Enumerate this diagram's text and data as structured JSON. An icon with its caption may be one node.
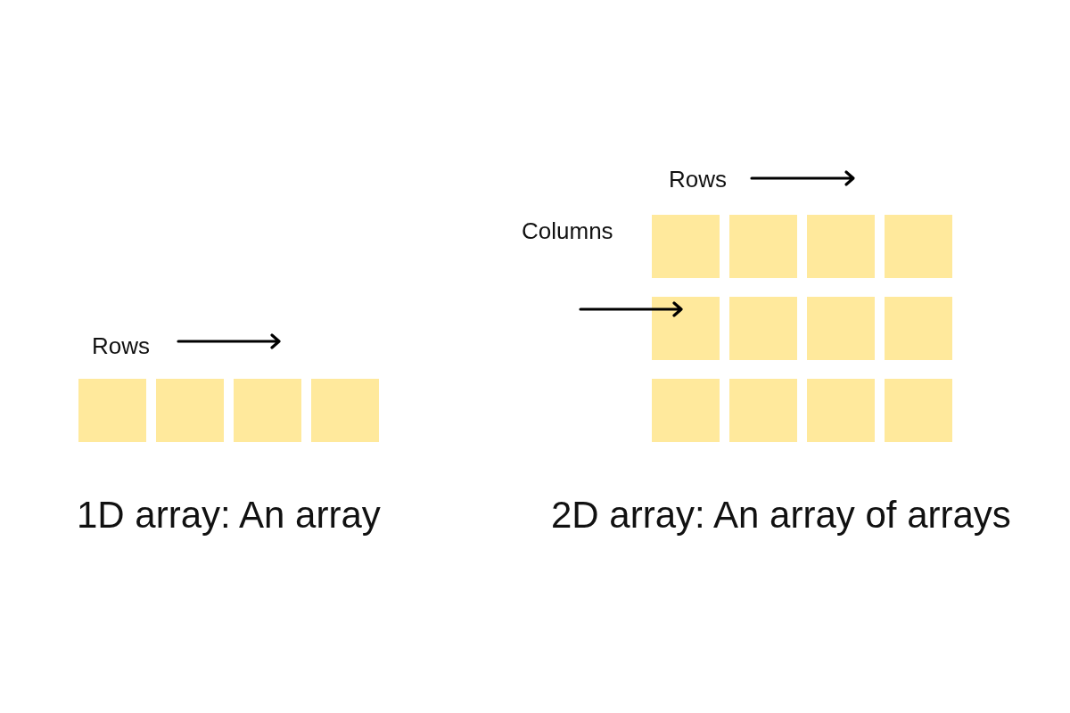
{
  "diagram": {
    "nodes": [
      {
        "text": [],
        "shape": "box"
      },
      {
        "text": [],
        "shape": "box"
      },
      {
        "text": [],
        "shape": "box"
      },
      {
        "text": [],
        "shape": "box"
      },
      {
        "text": [],
        "shape": "box"
      },
      {
        "text": [],
        "shape": "box"
      },
      {
        "text": [],
        "shape": "box"
      },
      {
        "text": [],
        "shape": "box"
      },
      {
        "text": [],
        "shape": "box"
      },
      {
        "text": [],
        "shape": "box"
      },
      {
        "text": [],
        "shape": "box"
      },
      {
        "text": [],
        "shape": "box"
      },
      {
        "text": [],
        "shape": "box"
      },
      {
        "text": [],
        "shape": "box"
      },
      {
        "text": [],
        "shape": "box"
      },
      {
        "text": [],
        "shape": "box"
      }
    ],
    "labels": [
      "Rows",
      "1D array: An array",
      "Rows",
      "Columns",
      "2D array: An array of arrays"
    ]
  }
}
